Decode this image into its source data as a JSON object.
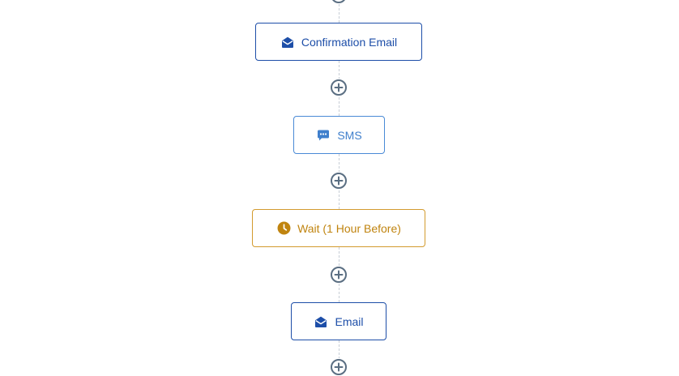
{
  "workflow": {
    "nodes": [
      {
        "id": "confirmation-email",
        "label": "Confirmation Email",
        "kind": "email",
        "icon": "envelope-open-icon",
        "color": "#1d4ea8"
      },
      {
        "id": "sms",
        "label": "SMS",
        "kind": "sms",
        "icon": "chat-bubble-icon",
        "color": "#3f7fcc"
      },
      {
        "id": "wait",
        "label": "Wait (1 Hour Before)",
        "kind": "wait",
        "icon": "clock-icon",
        "color": "#c0840f"
      },
      {
        "id": "email",
        "label": "Email",
        "kind": "email",
        "icon": "envelope-open-icon",
        "color": "#1d4ea8"
      }
    ],
    "add_step_icon": "plus-circle-icon",
    "connector_color": "#c8ced6",
    "add_step_color": "#5a6e82"
  }
}
